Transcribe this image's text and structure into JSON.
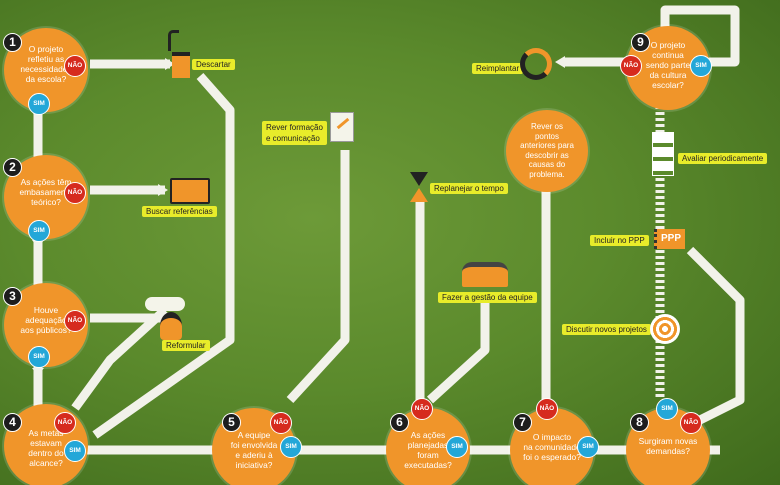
{
  "nodes": [
    {
      "num": "1",
      "text": [
        "O projeto",
        "refletiu as",
        "necessidades",
        "da escola?"
      ],
      "nao": "NÃO",
      "sim": "SIM"
    },
    {
      "num": "2",
      "text": [
        "As ações têm",
        "embasamento",
        "teórico?"
      ],
      "nao": "NÃO",
      "sim": "SIM"
    },
    {
      "num": "3",
      "text": [
        "Houve",
        "adequação",
        "aos públicos?"
      ],
      "nao": "NÃO",
      "sim": "SIM"
    },
    {
      "num": "4",
      "text": [
        "As metas",
        "estavam",
        "dentro do",
        "alcance?"
      ],
      "nao": "NÃO",
      "sim": "SIM"
    },
    {
      "num": "5",
      "text": [
        "A equipe",
        "foi envolvida",
        "e aderiu à",
        "iniciativa?"
      ],
      "nao": "NÃO",
      "sim": "SIM"
    },
    {
      "num": "6",
      "text": [
        "As ações",
        "planejadas",
        "foram",
        "executadas?"
      ],
      "nao": "NÃO",
      "sim": "SIM"
    },
    {
      "num": "7",
      "text": [
        "O impacto",
        "na comunidade",
        "foi o esperado?"
      ],
      "nao": "NÃO",
      "sim": "SIM"
    },
    {
      "num": "8",
      "text": [
        "Surgiram novas",
        "demandas?"
      ],
      "nao": "NÃO",
      "sim": "SIM"
    },
    {
      "num": "9",
      "text": [
        "O projeto",
        "continua",
        "sendo parte",
        "da cultura",
        "escolar?"
      ],
      "nao": "NÃO",
      "sim": "SIM"
    }
  ],
  "actions": {
    "descartar": "Descartar",
    "buscar": "Buscar referências",
    "reformular": "Reformular",
    "rever": [
      "Rever formação",
      "e comunicação"
    ],
    "replanejar": "Replanejar o tempo",
    "gestao": "Fazer a gestão da equipe",
    "rever_pontos": [
      "Rever os",
      "pontos",
      "anteriores para",
      "descobrir as",
      "causas do",
      "problema."
    ],
    "reimplantar": "Reimplantar",
    "avaliar": "Avaliar periodicamente",
    "incluir": "Incluir no PPP",
    "discutir": "Discutir novos projetos",
    "ppp_label": "PPP"
  }
}
